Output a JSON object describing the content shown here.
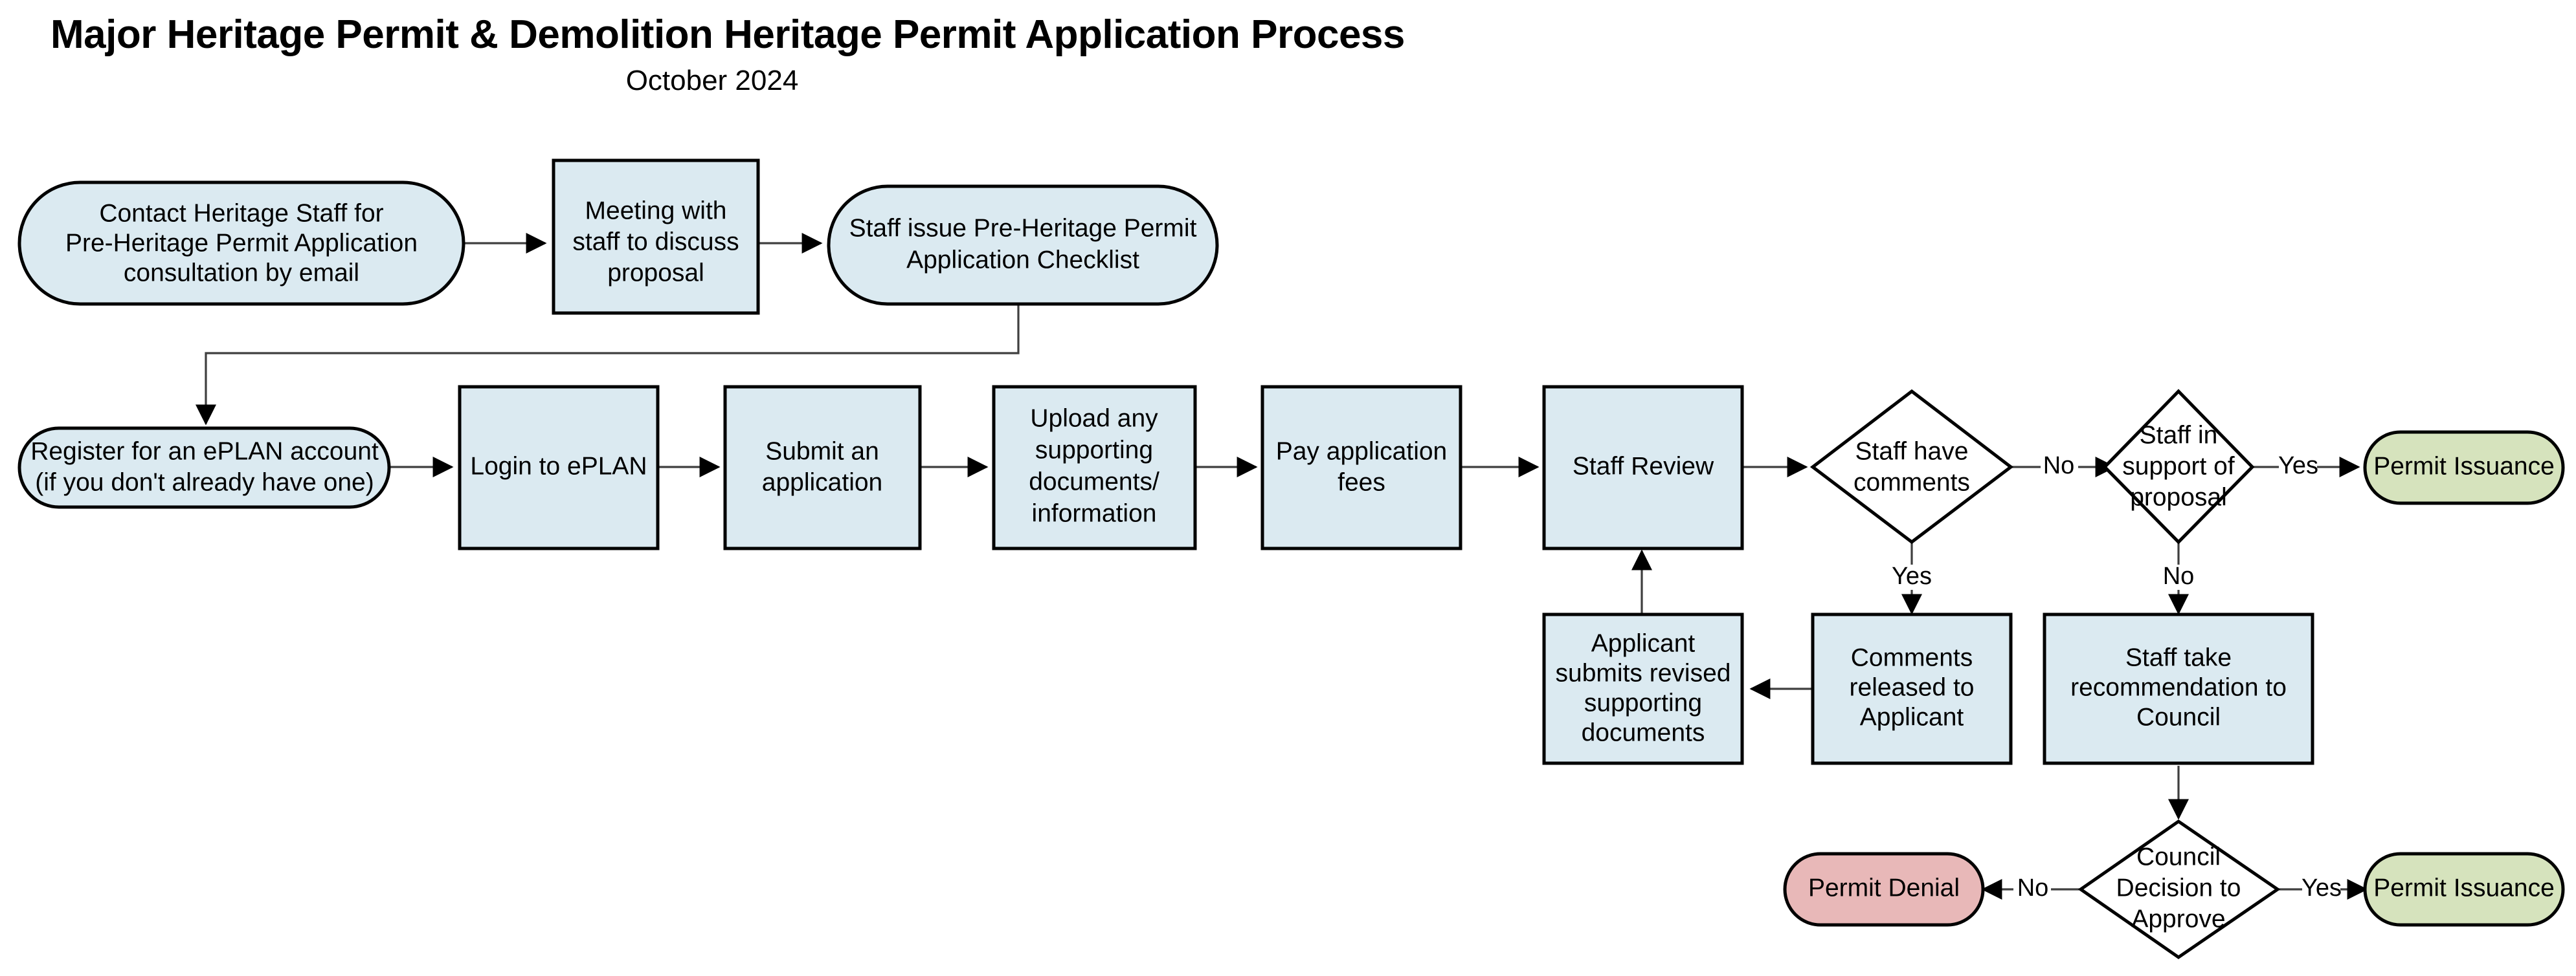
{
  "header": {
    "title": "Major Heritage Permit & Demolition Heritage Permit Application Process",
    "subtitle": "October 2024"
  },
  "colors": {
    "process_fill": "#dbeaf1",
    "approve_fill": "#d6e3bd",
    "deny_fill": "#e8b8b8",
    "decision_fill": "#ffffff",
    "border": "#000000",
    "edge": "#3f3f3f",
    "background": "#ffffff"
  },
  "chart_data": {
    "type": "diagram",
    "title": "Major Heritage Permit & Demolition Heritage Permit Application Process",
    "subtitle": "October 2024",
    "nodes": [
      {
        "id": "contact_staff",
        "shape": "stadium",
        "fill": "process",
        "lines": [
          "Contact Heritage Staff for",
          "Pre-Heritage Permit Application",
          "consultation by email"
        ]
      },
      {
        "id": "meeting",
        "shape": "rectangle",
        "fill": "process",
        "lines": [
          "Meeting with",
          "staff to discuss",
          "proposal"
        ]
      },
      {
        "id": "checklist",
        "shape": "stadium",
        "fill": "process",
        "lines": [
          "Staff issue Pre-Heritage Permit",
          "Application Checklist"
        ]
      },
      {
        "id": "register_eplan",
        "shape": "stadium",
        "fill": "process",
        "lines": [
          "Register for an ePLAN account",
          "(if you don't already have one)"
        ]
      },
      {
        "id": "login_eplan",
        "shape": "rectangle",
        "fill": "process",
        "lines": [
          "Login to ePLAN"
        ]
      },
      {
        "id": "submit_application",
        "shape": "rectangle",
        "fill": "process",
        "lines": [
          "Submit an",
          "application"
        ]
      },
      {
        "id": "upload_documents",
        "shape": "rectangle",
        "fill": "process",
        "lines": [
          "Upload any",
          "supporting",
          "documents/",
          "information"
        ]
      },
      {
        "id": "pay_fees",
        "shape": "rectangle",
        "fill": "process",
        "lines": [
          "Pay application",
          "fees"
        ]
      },
      {
        "id": "staff_review",
        "shape": "rectangle",
        "fill": "process",
        "lines": [
          "Staff Review"
        ]
      },
      {
        "id": "staff_comments",
        "shape": "diamond",
        "fill": "decision",
        "lines": [
          "Staff have",
          "comments"
        ]
      },
      {
        "id": "staff_support",
        "shape": "diamond",
        "fill": "decision",
        "lines": [
          "Staff in",
          "support of",
          "proposal"
        ]
      },
      {
        "id": "permit_issuance_1",
        "shape": "stadium",
        "fill": "approve",
        "lines": [
          "Permit Issuance"
        ]
      },
      {
        "id": "applicant_revises",
        "shape": "rectangle",
        "fill": "process",
        "lines": [
          "Applicant",
          "submits revised",
          "supporting",
          "documents"
        ]
      },
      {
        "id": "comments_released",
        "shape": "rectangle",
        "fill": "process",
        "lines": [
          "Comments",
          "released to",
          "Applicant"
        ]
      },
      {
        "id": "recommend_council",
        "shape": "rectangle",
        "fill": "process",
        "lines": [
          "Staff take",
          "recommendation to",
          "Council"
        ]
      },
      {
        "id": "council_decision",
        "shape": "diamond",
        "fill": "decision",
        "lines": [
          "Council",
          "Decision to",
          "Approve"
        ]
      },
      {
        "id": "permit_denial",
        "shape": "stadium",
        "fill": "deny",
        "lines": [
          "Permit Denial"
        ]
      },
      {
        "id": "permit_issuance_2",
        "shape": "stadium",
        "fill": "approve",
        "lines": [
          "Permit Issuance"
        ]
      }
    ],
    "edges": [
      {
        "from": "contact_staff",
        "to": "meeting",
        "label": ""
      },
      {
        "from": "meeting",
        "to": "checklist",
        "label": ""
      },
      {
        "from": "checklist",
        "to": "register_eplan",
        "label": ""
      },
      {
        "from": "register_eplan",
        "to": "login_eplan",
        "label": ""
      },
      {
        "from": "login_eplan",
        "to": "submit_application",
        "label": ""
      },
      {
        "from": "submit_application",
        "to": "upload_documents",
        "label": ""
      },
      {
        "from": "upload_documents",
        "to": "pay_fees",
        "label": ""
      },
      {
        "from": "pay_fees",
        "to": "staff_review",
        "label": ""
      },
      {
        "from": "staff_review",
        "to": "staff_comments",
        "label": ""
      },
      {
        "from": "staff_comments",
        "to": "staff_support",
        "label": "No"
      },
      {
        "from": "staff_comments",
        "to": "comments_released",
        "label": "Yes"
      },
      {
        "from": "staff_support",
        "to": "permit_issuance_1",
        "label": "Yes"
      },
      {
        "from": "staff_support",
        "to": "recommend_council",
        "label": "No"
      },
      {
        "from": "comments_released",
        "to": "applicant_revises",
        "label": ""
      },
      {
        "from": "applicant_revises",
        "to": "staff_review",
        "label": ""
      },
      {
        "from": "recommend_council",
        "to": "council_decision",
        "label": ""
      },
      {
        "from": "council_decision",
        "to": "permit_denial",
        "label": "No"
      },
      {
        "from": "council_decision",
        "to": "permit_issuance_2",
        "label": "Yes"
      }
    ],
    "edge_labels": [
      "No",
      "Yes",
      "Yes",
      "No",
      "No",
      "Yes"
    ]
  },
  "nodes": {
    "contact_staff": {
      "l1": "Contact Heritage Staff for",
      "l2": "Pre-Heritage Permit Application",
      "l3": "consultation by email"
    },
    "meeting": {
      "l1": "Meeting with",
      "l2": "staff to discuss",
      "l3": "proposal"
    },
    "checklist": {
      "l1": "Staff issue Pre-Heritage Permit",
      "l2": "Application Checklist"
    },
    "register_eplan": {
      "l1": "Register for an ePLAN account",
      "l2": "(if you don't already have one)"
    },
    "login_eplan": {
      "l1": "Login to ePLAN"
    },
    "submit_application": {
      "l1": "Submit an",
      "l2": "application"
    },
    "upload_documents": {
      "l1": "Upload any",
      "l2": "supporting",
      "l3": "documents/",
      "l4": "information"
    },
    "pay_fees": {
      "l1": "Pay application",
      "l2": "fees"
    },
    "staff_review": {
      "l1": "Staff Review"
    },
    "staff_comments": {
      "l1": "Staff have",
      "l2": "comments"
    },
    "staff_support": {
      "l1": "Staff in",
      "l2": "support of",
      "l3": "proposal"
    },
    "permit_issuance_1": {
      "l1": "Permit Issuance"
    },
    "applicant_revises": {
      "l1": "Applicant",
      "l2": "submits revised",
      "l3": "supporting",
      "l4": "documents"
    },
    "comments_released": {
      "l1": "Comments",
      "l2": "released to",
      "l3": "Applicant"
    },
    "recommend_council": {
      "l1": "Staff take",
      "l2": "recommendation to",
      "l3": "Council"
    },
    "council_decision": {
      "l1": "Council",
      "l2": "Decision to",
      "l3": "Approve"
    },
    "permit_denial": {
      "l1": "Permit Denial"
    },
    "permit_issuance_2": {
      "l1": "Permit Issuance"
    }
  },
  "labels": {
    "comments_no": "No",
    "comments_yes": "Yes",
    "support_yes": "Yes",
    "support_no": "No",
    "council_no": "No",
    "council_yes": "Yes"
  }
}
